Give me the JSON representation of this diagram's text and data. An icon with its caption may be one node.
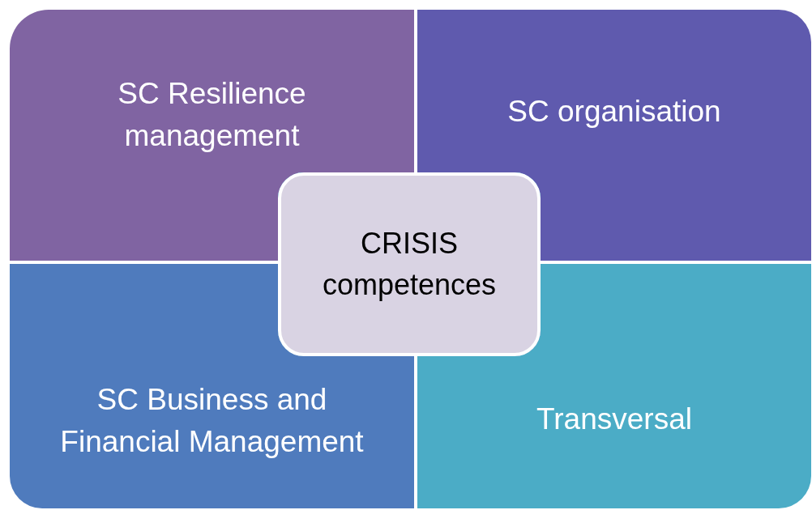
{
  "diagram": {
    "nodes": [
      {
        "text": [
          "SC Resilience management"
        ]
      },
      {
        "text": [
          "SC organisation"
        ]
      },
      {
        "text": [
          "SC Business and Financial Management"
        ]
      },
      {
        "text": [
          "Transversal"
        ]
      },
      {
        "text": [
          "CRISIS competences"
        ]
      }
    ]
  }
}
